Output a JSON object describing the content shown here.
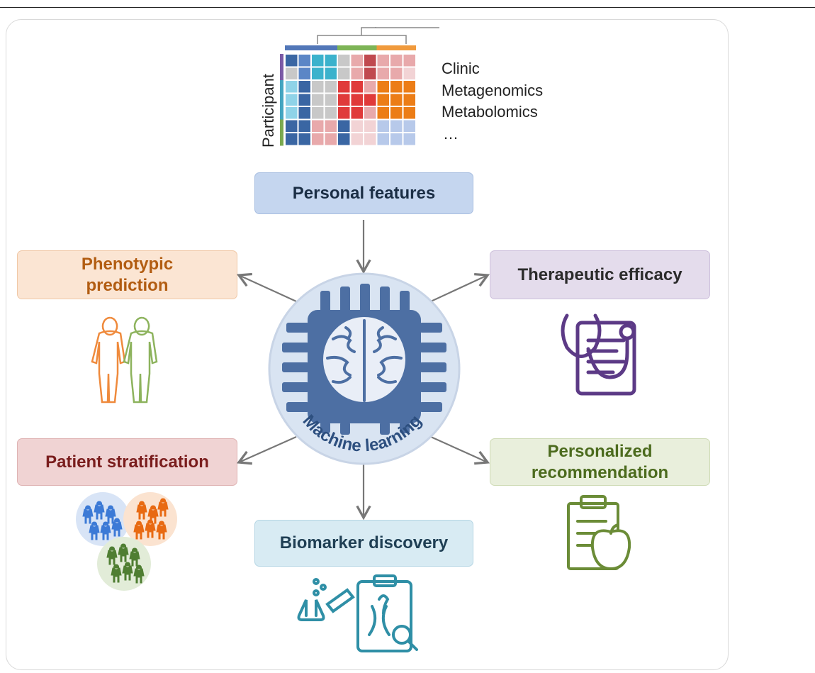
{
  "heatmap": {
    "axis_label": "Participant",
    "legend": [
      "Clinic",
      "Metagenomics",
      "Metabolomics",
      "…"
    ],
    "colors": {
      "dark_blue": "#3a66a3",
      "mid_blue": "#5b86c6",
      "teal": "#3bb2cc",
      "light_teal": "#8fd3e8",
      "gray": "#c8c8c8",
      "red": "#e03a3a",
      "dark_red": "#c0494f",
      "pink": "#e8a9ab",
      "light_pink": "#f2d3d5",
      "orange": "#ec7d16",
      "light_blue": "#b7c9ea",
      "group_blue": "#5277b8",
      "group_green": "#7db456",
      "group_orange": "#f09a3c",
      "row_purple": "#7b5aa6",
      "row_teal": "#43a5c0",
      "row_green": "#7aa94f"
    }
  },
  "center": {
    "label": "Machine learning",
    "fill": "#d9e4f2",
    "chip_color": "#4d6fa3"
  },
  "boxes": {
    "personal_features": {
      "label": "Personal features",
      "bg": "#c5d6ef",
      "border": "#a9bfe1",
      "color": "#1b2e45"
    },
    "phenotypic_prediction": {
      "line1": "Phenotypic",
      "line2": "prediction",
      "bg": "#fbe5d3",
      "border": "#f0c8a6",
      "color": "#b25d12"
    },
    "therapeutic_efficacy": {
      "label": "Therapeutic efficacy",
      "bg": "#e4dcec",
      "border": "#cdc0dc",
      "color": "#2b2b2b"
    },
    "patient_stratification": {
      "label": "Patient stratification",
      "bg": "#f0d3d3",
      "border": "#dfb3b3",
      "color": "#7a1d1d"
    },
    "personalized_recommendation": {
      "line1": "Personalized",
      "line2": "recommendation",
      "bg": "#e9efdc",
      "border": "#cfdbb6",
      "color": "#4c6b1e"
    },
    "biomarker_discovery": {
      "label": "Biomarker discovery",
      "bg": "#d8ebf3",
      "border": "#b6d6e4",
      "color": "#1f3f54"
    }
  },
  "icon_colors": {
    "human_orange": "#ef8a3c",
    "human_green": "#8db35d",
    "doc_purple": "#5c3a86",
    "strat_blue": "#3c7ad6",
    "strat_orange": "#e86a12",
    "strat_green": "#4f7e32",
    "clip_green": "#6b8c37",
    "lab_teal": "#2f8fa6",
    "arrow": "#777777"
  }
}
